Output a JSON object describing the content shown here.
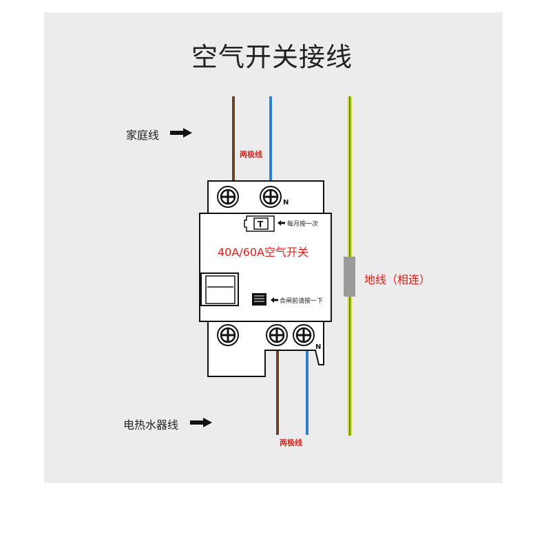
{
  "title": "空气开关接线",
  "labels": {
    "home_line": "家庭线",
    "heater_line": "电热水器线",
    "two_pole_top": "两极线",
    "two_pole_bottom": "两极线",
    "breaker_rating": "40A/60A空气开关",
    "ground": "地线（相连）",
    "test_button": "每月按一次",
    "reset_button": "合闸前请按一下",
    "test_key": "T",
    "neutral_top": "N",
    "neutral_bottom": "N"
  },
  "icons": [
    "arrow-right-icon",
    "screw-terminal-icon",
    "arrow-left-icon"
  ],
  "colors": {
    "background_panel": "#ececec",
    "live_wire": "#6b4226",
    "neutral_wire": "#2f7fd0",
    "ground_wire_green": "#3a9a2a",
    "ground_wire_yellow": "#e6d21a",
    "ground_clamp": "#9a9a9a",
    "annotation_red": "#e0201c"
  }
}
